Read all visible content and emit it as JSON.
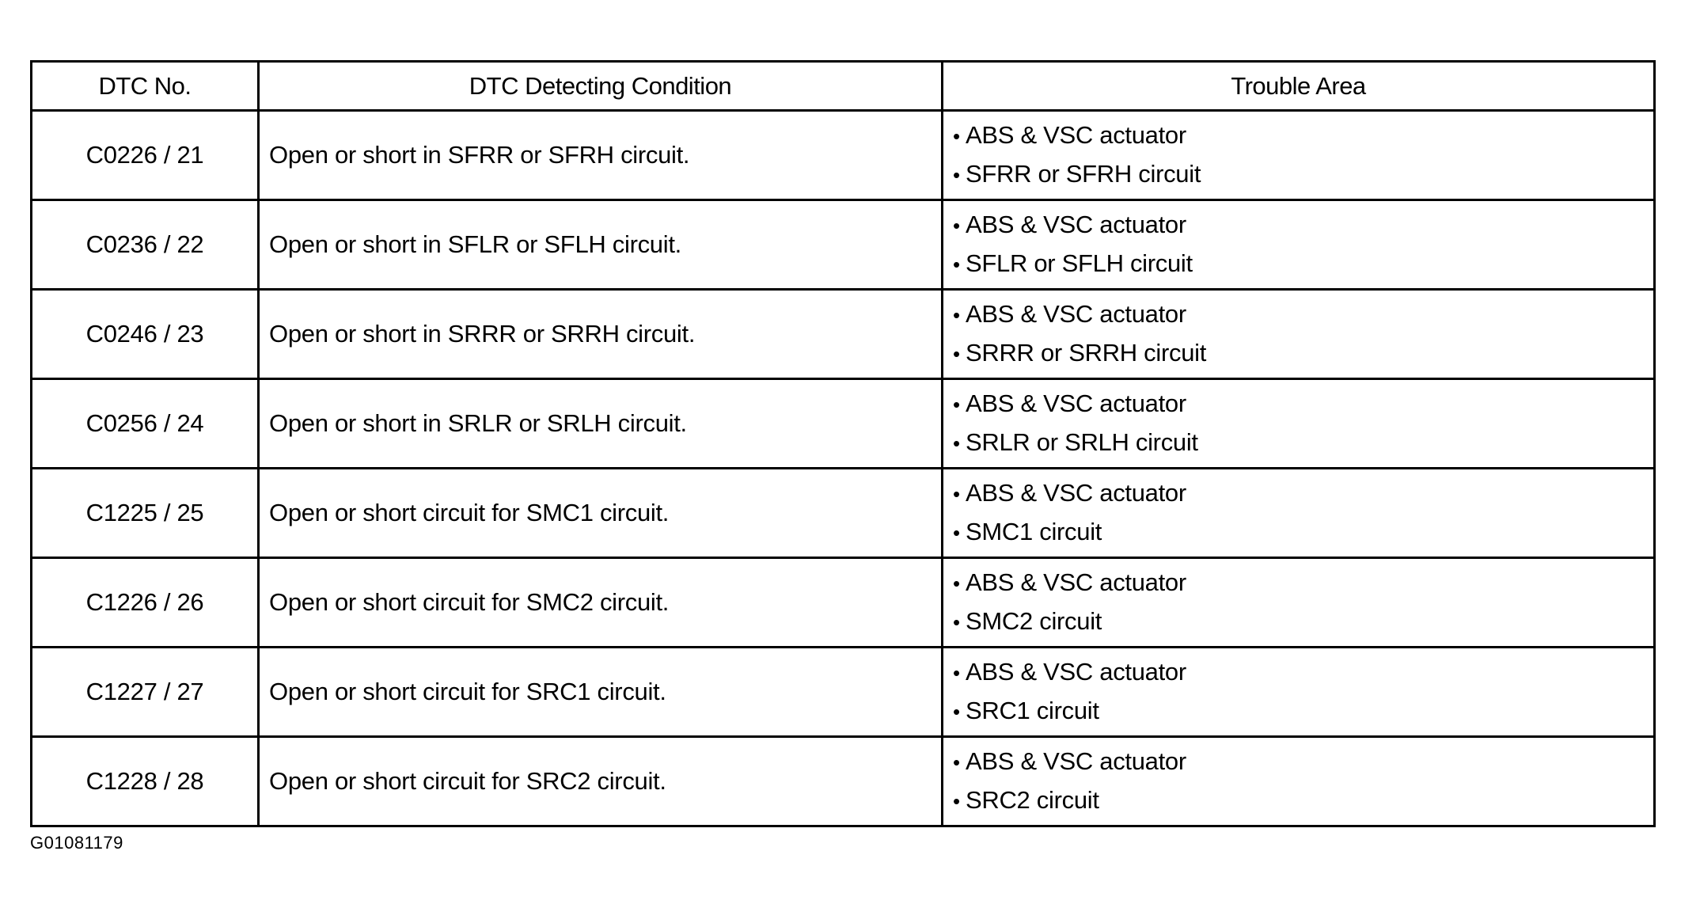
{
  "table": {
    "headers": {
      "dtc": "DTC No.",
      "condition": "DTC Detecting Condition",
      "area": "Trouble Area"
    },
    "bullet": "•",
    "rows": [
      {
        "dtc": "C0226 / 21",
        "condition": "Open or short in SFRR or SFRH circuit.",
        "area": [
          "ABS & VSC actuator",
          "SFRR or SFRH circuit"
        ]
      },
      {
        "dtc": "C0236 / 22",
        "condition": "Open or short in SFLR or SFLH circuit.",
        "area": [
          "ABS & VSC actuator",
          "SFLR or SFLH circuit"
        ]
      },
      {
        "dtc": "C0246 / 23",
        "condition": "Open or short in SRRR or SRRH circuit.",
        "area": [
          "ABS & VSC actuator",
          "SRRR or SRRH circuit"
        ]
      },
      {
        "dtc": "C0256 / 24",
        "condition": "Open or short in SRLR or SRLH circuit.",
        "area": [
          "ABS & VSC actuator",
          "SRLR or SRLH circuit"
        ]
      },
      {
        "dtc": "C1225 / 25",
        "condition": "Open or short circuit for SMC1 circuit.",
        "area": [
          "ABS & VSC actuator",
          "SMC1 circuit"
        ]
      },
      {
        "dtc": "C1226 / 26",
        "condition": "Open or short circuit for SMC2 circuit.",
        "area": [
          "ABS & VSC actuator",
          "SMC2 circuit"
        ]
      },
      {
        "dtc": "C1227 / 27",
        "condition": "Open or short circuit for SRC1 circuit.",
        "area": [
          "ABS & VSC actuator",
          "SRC1 circuit"
        ]
      },
      {
        "dtc": "C1228 / 28",
        "condition": "Open or short circuit for SRC2 circuit.",
        "area": [
          "ABS & VSC actuator",
          "SRC2 circuit"
        ]
      }
    ]
  },
  "figure_id": "G01081179"
}
